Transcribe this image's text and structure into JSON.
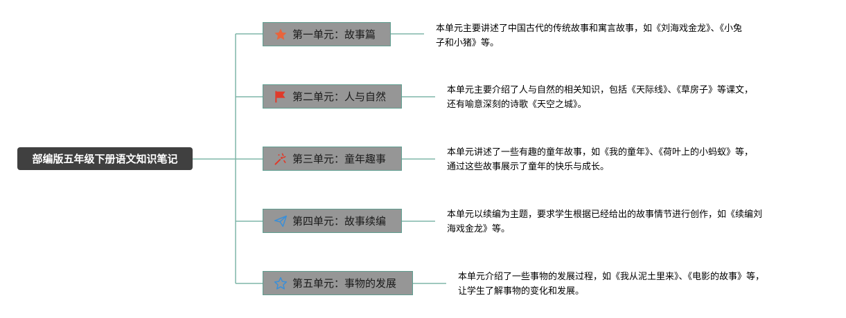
{
  "root": {
    "title": "部编版五年级下册语文知识笔记"
  },
  "units": [
    {
      "title": "第一单元：故事篇",
      "icon": "star-filled-icon",
      "icon_color": "#e8643c",
      "desc_lines": [
        "本单元主要讲述了中国古代的传统故事和寓言故事，如《刘海戏金龙》、《小兔",
        "子和小猪》等。"
      ]
    },
    {
      "title": "第二单元：人与自然",
      "icon": "flag-icon",
      "icon_color": "#e03a2a",
      "desc_lines": [
        "本单元主要介绍了人与自然的相关知识，包括《天际线》、《草房子》等课文，",
        "还有喻意深刻的诗歌《天空之城》。"
      ]
    },
    {
      "title": "第三单元：童年趣事",
      "icon": "party-popper-icon",
      "icon_color": "#e03a2a",
      "desc_lines": [
        "本单元讲述了一些有趣的童年故事，如《我的童年》、《荷叶上的小蚂蚁》等，",
        "通过这些故事展示了童年的快乐与成长。"
      ]
    },
    {
      "title": "第四单元：故事续编",
      "icon": "paper-plane-icon",
      "icon_color": "#3a8fd8",
      "desc_lines": [
        "本单元以续编为主题，要求学生根据已经给出的故事情节进行创作，如《续编刘",
        "海戏金龙》等。"
      ]
    },
    {
      "title": "第五单元：事物的发展",
      "icon": "star-outline-icon",
      "icon_color": "#3a8fd8",
      "desc_lines": [
        "本单元介绍了一些事物的发展过程，如《我从泥土里来》、《电影的故事》等，",
        "让学生了解事物的变化和发展。"
      ]
    }
  ],
  "colors": {
    "connector": "#7fb5a8",
    "root_bg": "#404040",
    "unit_bg": "#969696",
    "unit_border": "#5e9e90"
  }
}
